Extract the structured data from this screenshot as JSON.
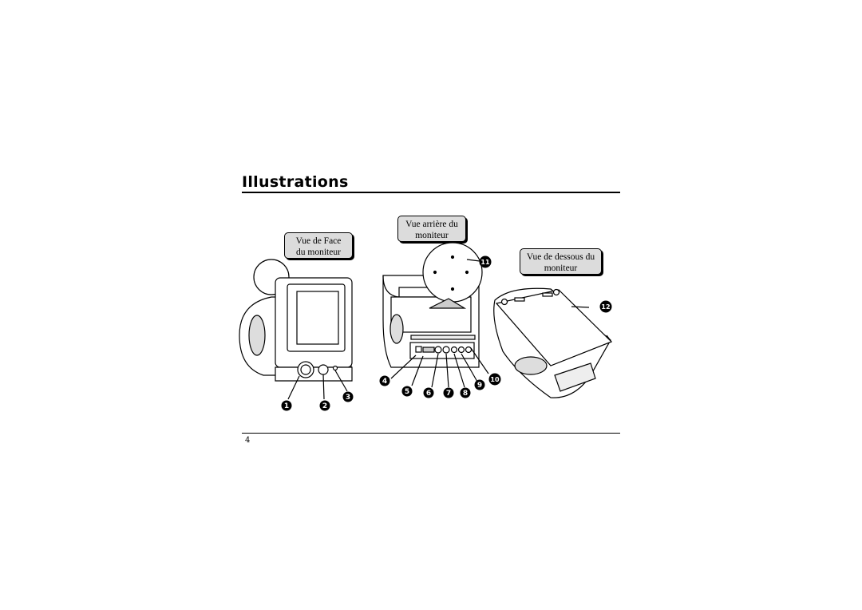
{
  "section_title": "Illustrations",
  "page_number": "4",
  "views": {
    "front": {
      "line1": "Vue de Face",
      "line2": "du moniteur"
    },
    "back": {
      "line1": "Vue arrière du",
      "line2": "moniteur"
    },
    "bottom": {
      "line1": "Vue de dessous du",
      "line2": "moniteur"
    }
  },
  "callouts": [
    "1",
    "2",
    "3",
    "4",
    "5",
    "6",
    "7",
    "8",
    "9",
    "10",
    "11",
    "12"
  ]
}
